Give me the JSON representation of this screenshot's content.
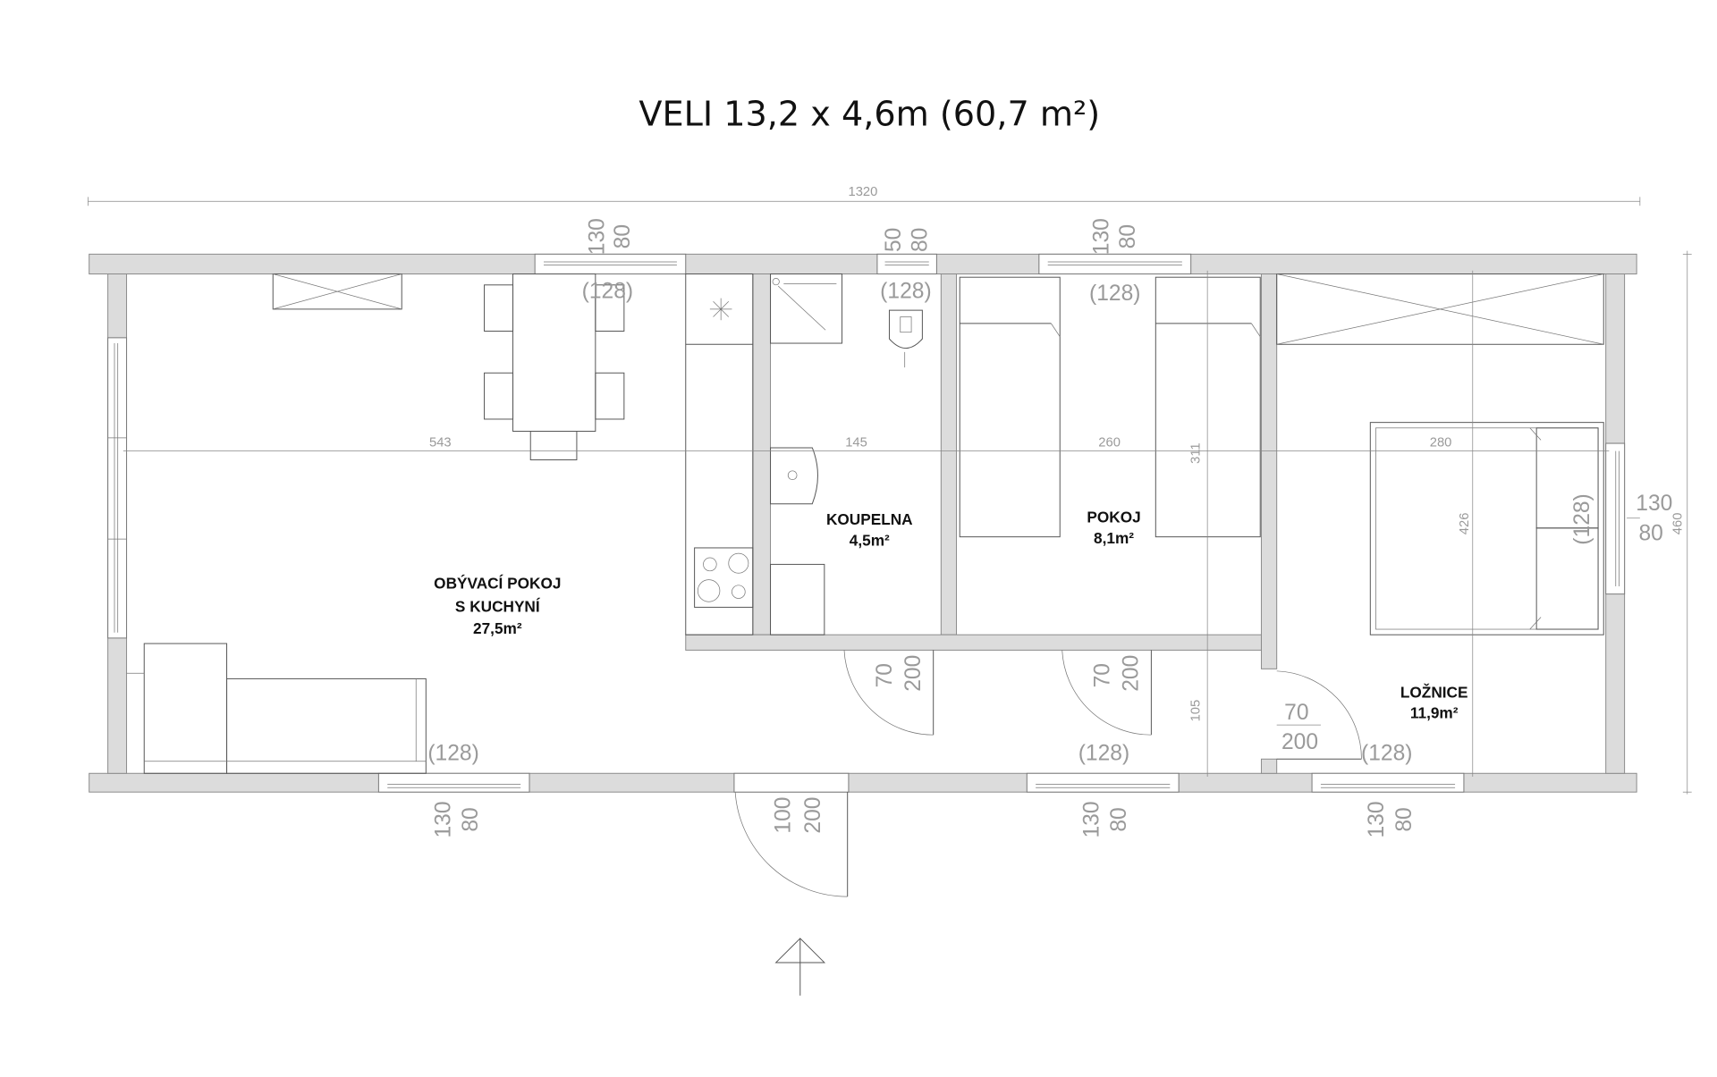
{
  "title": "VELI 13,2 x 4,6m (60,7 m²)",
  "overall": {
    "length": "1320",
    "width": "460"
  },
  "rooms": [
    {
      "name_line1": "OBÝVACÍ POKOJ",
      "name_line2": "S KUCHYNÍ",
      "area": "27,5m²"
    },
    {
      "name": "KOUPELNA",
      "area": "4,5m²"
    },
    {
      "name": "POKOJ",
      "area": "8,1m²"
    },
    {
      "name": "LOŽNICE",
      "area": "11,9m²"
    }
  ],
  "dimensions": {
    "living_width": "543",
    "bath_width": "145",
    "room_width": "260",
    "bedroom_width": "280",
    "room_depth": "311",
    "corridor_depth": "105",
    "bedroom_depth": "426"
  },
  "openings": {
    "top_window_1": {
      "w": "130",
      "h": "80",
      "sill": "(128)"
    },
    "top_window_bath": {
      "w": "50",
      "h": "80",
      "sill": "(128)"
    },
    "top_window_2": {
      "w": "130",
      "h": "80",
      "sill": "(128)"
    },
    "bottom_window_1": {
      "w": "130",
      "h": "80",
      "sill": "(128)"
    },
    "entrance_door": {
      "w": "100",
      "h": "200"
    },
    "bottom_window_2": {
      "w": "130",
      "h": "80",
      "sill": "(128)"
    },
    "bottom_window_3": {
      "w": "130",
      "h": "80",
      "sill": "(128)"
    },
    "right_window": {
      "w": "130",
      "h": "80",
      "sill": "(128)"
    },
    "bath_door": {
      "w": "70",
      "h": "200"
    },
    "room_door": {
      "w": "70",
      "h": "200"
    },
    "bedroom_door": {
      "w": "70",
      "h": "200"
    }
  },
  "colors": {
    "wall": "#dcdcdc",
    "dimension": "#9a9a9a"
  }
}
